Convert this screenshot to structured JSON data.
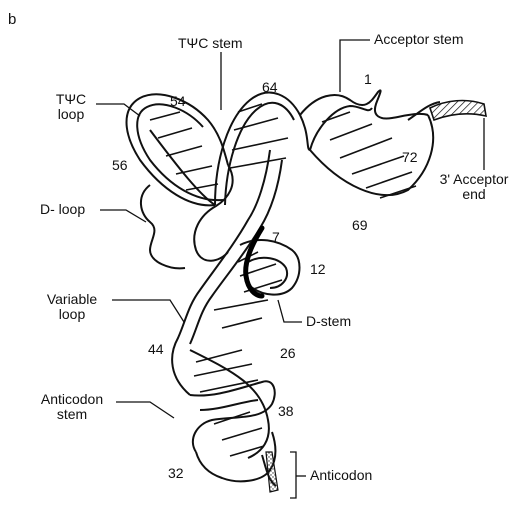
{
  "panel_letter": "b",
  "labels": {
    "tpsic_stem": "TΨC stem",
    "acceptor_stem": "Acceptor stem",
    "tpsic_loop": "TΨC\nloop",
    "d_loop": "D- loop",
    "variable_loop": "Variable\nloop",
    "d_stem": "D-stem",
    "anticodon_stem": "Anticodon\nstem",
    "anticodon": "Anticodon",
    "acceptor_end": "3' Acceptor\nend"
  },
  "residues": {
    "n1": "1",
    "n7": "7",
    "n12": "12",
    "n26": "26",
    "n32": "32",
    "n38": "38",
    "n44": "44",
    "n54": "54",
    "n56": "56",
    "n64": "64",
    "n69": "69",
    "n72": "72"
  },
  "colors": {
    "ink": "#111111",
    "ribbon_fill": "#ffffff",
    "dots": "#333333"
  }
}
